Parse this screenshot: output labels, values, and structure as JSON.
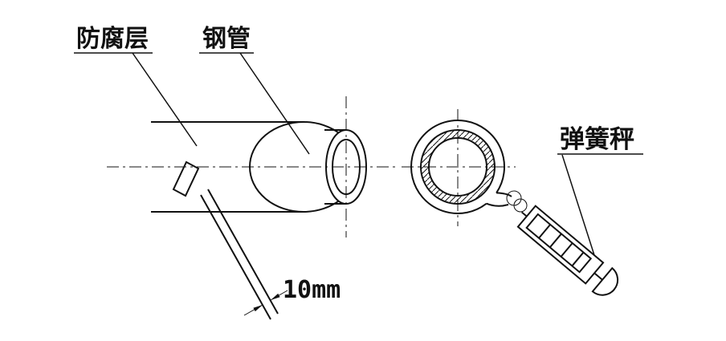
{
  "figure": {
    "kind": "engineering-line-diagram",
    "labels": {
      "coating": "防腐层",
      "steel_pipe": "钢管",
      "spring_scale": "弹簧秤"
    },
    "dimension": "10mm",
    "colors": {
      "ink": "#111111",
      "background": "#ffffff"
    }
  }
}
